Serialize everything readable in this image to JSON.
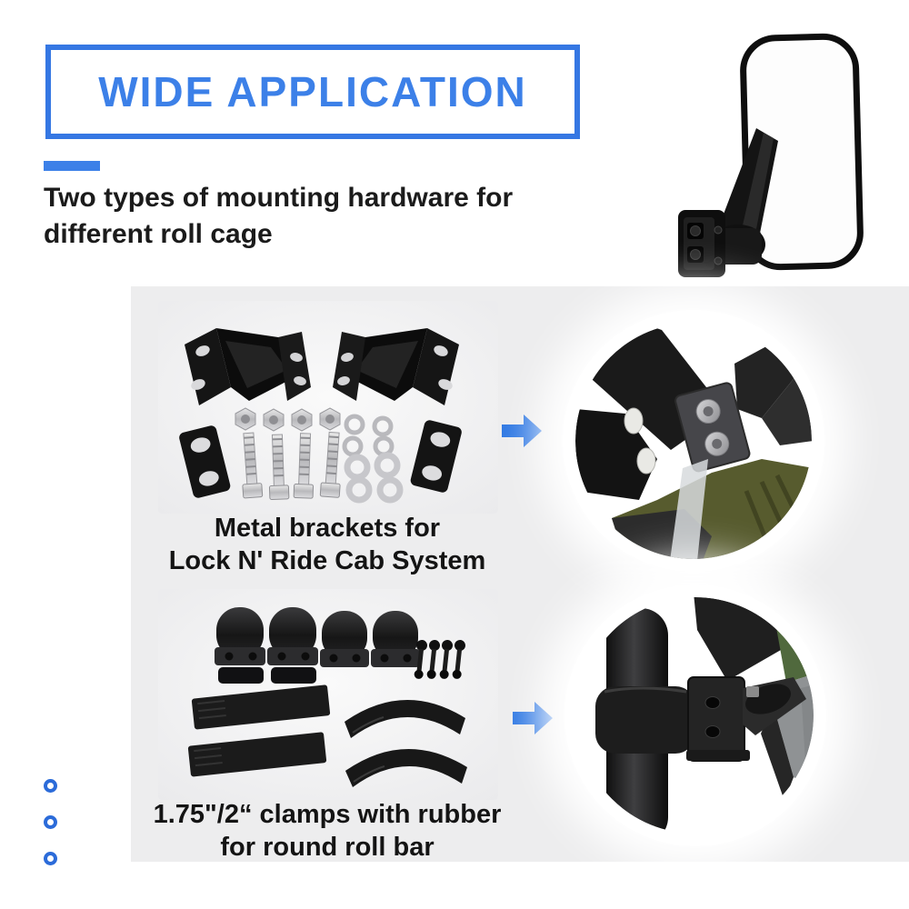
{
  "header": {
    "title": "WIDE APPLICATION",
    "subtitle_line1": "Two types of mounting hardware for",
    "subtitle_line2": "different roll cage"
  },
  "options": [
    {
      "caption_line1": "Metal brackets for",
      "caption_line2": "Lock N' Ride Cab System",
      "kit_photo": "metal-brackets-hardware-kit",
      "result_photo": "bracket-mounted-on-cab-frame"
    },
    {
      "caption_line1": "1.75\"/2“ clamps with rubber",
      "caption_line2": "for round roll bar",
      "kit_photo": "round-bar-clamps-kit",
      "result_photo": "clamp-mounted-on-roll-bar"
    }
  ],
  "icons": {
    "arrow": "arrow-right-icon",
    "bullet": "ring-bullet-icon",
    "bullet_count": 3
  },
  "colors": {
    "accent_blue": "#3577e3",
    "arrow_blue": "#2f78e3",
    "band_gray": "#ededee",
    "text_black": "#1c1c1c",
    "body_olive": "#575b2e"
  },
  "product_photo": "utv-side-mirror"
}
